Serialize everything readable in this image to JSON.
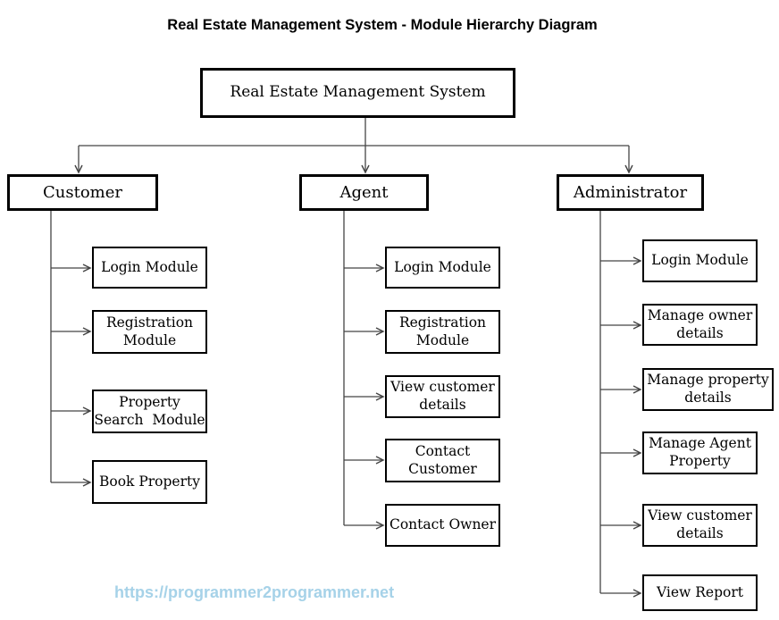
{
  "title": "Real Estate Management System - Module Hierarchy Diagram",
  "root": {
    "label": "Real Estate Management System"
  },
  "branches": [
    {
      "label": "Customer",
      "children": [
        "Login Module",
        "Registration\nModule",
        "Property\nSearch  Module",
        "Book Property"
      ]
    },
    {
      "label": "Agent",
      "children": [
        "Login Module",
        "Registration\nModule",
        "View customer\ndetails",
        "Contact\nCustomer",
        "Contact Owner"
      ]
    },
    {
      "label": "Administrator",
      "children": [
        "Login Module",
        "Manage owner\ndetails",
        "Manage property\ndetails",
        "Manage Agent\nProperty",
        "View customer\ndetails",
        "View Report"
      ]
    }
  ],
  "footer": {
    "url": "https://programmer2programmer.net"
  },
  "colors": {
    "box_border": "#000000",
    "connector_line": "#444444",
    "watermark_text": "#a6d2e8",
    "background": "#ffffff"
  }
}
